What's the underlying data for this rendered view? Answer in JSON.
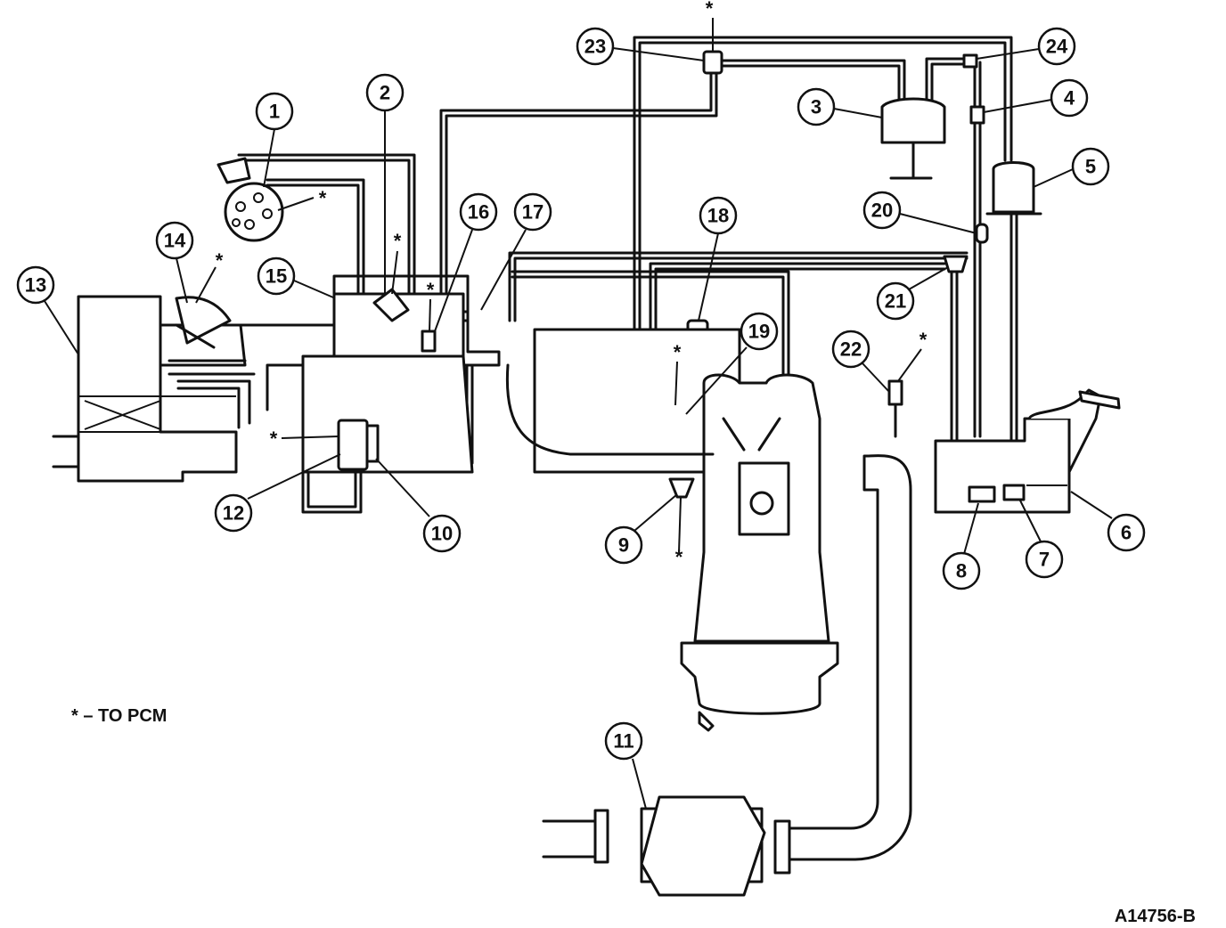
{
  "callouts": [
    {
      "id": "1",
      "label": "1"
    },
    {
      "id": "2",
      "label": "2"
    },
    {
      "id": "3",
      "label": "3"
    },
    {
      "id": "4",
      "label": "4"
    },
    {
      "id": "5",
      "label": "5"
    },
    {
      "id": "6",
      "label": "6"
    },
    {
      "id": "7",
      "label": "7"
    },
    {
      "id": "8",
      "label": "8"
    },
    {
      "id": "9",
      "label": "9"
    },
    {
      "id": "10",
      "label": "10"
    },
    {
      "id": "11",
      "label": "11"
    },
    {
      "id": "12",
      "label": "12"
    },
    {
      "id": "13",
      "label": "13"
    },
    {
      "id": "14",
      "label": "14"
    },
    {
      "id": "15",
      "label": "15"
    },
    {
      "id": "16",
      "label": "16"
    },
    {
      "id": "17",
      "label": "17"
    },
    {
      "id": "18",
      "label": "18"
    },
    {
      "id": "19",
      "label": "19"
    },
    {
      "id": "20",
      "label": "20"
    },
    {
      "id": "21",
      "label": "21"
    },
    {
      "id": "22",
      "label": "22"
    },
    {
      "id": "23",
      "label": "23"
    },
    {
      "id": "24",
      "label": "24"
    }
  ],
  "pcm_marker": "*",
  "legend": {
    "text": "* – TO PCM"
  },
  "figure_id": "A14756-B"
}
